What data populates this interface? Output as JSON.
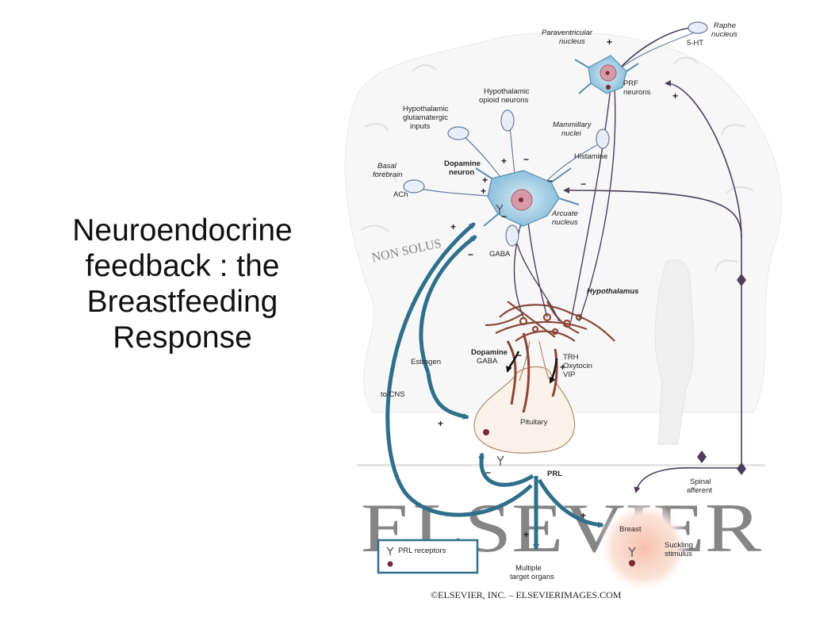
{
  "title": {
    "lines": [
      "Neuroendocrine",
      "feedback : the",
      "Breastfeeding",
      "Response"
    ]
  },
  "watermark": {
    "word": "ELSEVIER",
    "motto": "NON SOLUS"
  },
  "credit": "©ELSEVIER, INC. – ELSEVIERIMAGES.COM",
  "labels": {
    "paraventricular": [
      "Paraventricular",
      "nucleus"
    ],
    "raphe": [
      "Raphe",
      "nucleus"
    ],
    "serotonin": "5-HT",
    "prf": [
      "PRF",
      "neurons"
    ],
    "opioid": [
      "Hypothalamic",
      "opioid neurons"
    ],
    "glutamatergic": [
      "Hypothalamic",
      "glutamatergic",
      "inputs"
    ],
    "mammillary": [
      "Mammillary",
      "nuclei"
    ],
    "histamine": "Histamine",
    "basal": [
      "Basal",
      "forebrain"
    ],
    "ach": "ACh",
    "dopamine_neuron": [
      "Dopamine",
      "neuron"
    ],
    "arcuate": [
      "Arcuate",
      "nucleus"
    ],
    "gaba": "GABA",
    "hypothalamus": "Hypothalamus",
    "estrogen": "Estrogen",
    "dopamine_gaba": [
      "Dopamine",
      "GABA"
    ],
    "trh": [
      "TRH",
      "Oxytocin",
      "VIP"
    ],
    "to_cns": "to CNS",
    "pituitary": "Pituitary",
    "prl": "PRL",
    "spinal": [
      "Spinal",
      "afferent"
    ],
    "breast": "Breast",
    "suckling": [
      "Suckling",
      "stimulus"
    ],
    "multiple": [
      "Multiple",
      "target organs"
    ],
    "legend": "PRL receptors"
  },
  "signs": {
    "plus": "+",
    "minus": "−"
  },
  "colors": {
    "arrow_blue": "#2f6f8a",
    "neuron_blue": "#a9d0e4",
    "neuron_pink": "#d89aa8",
    "brown": "#8a4636",
    "purple": "#5a4a66",
    "pituitary": "#faf2e8"
  }
}
